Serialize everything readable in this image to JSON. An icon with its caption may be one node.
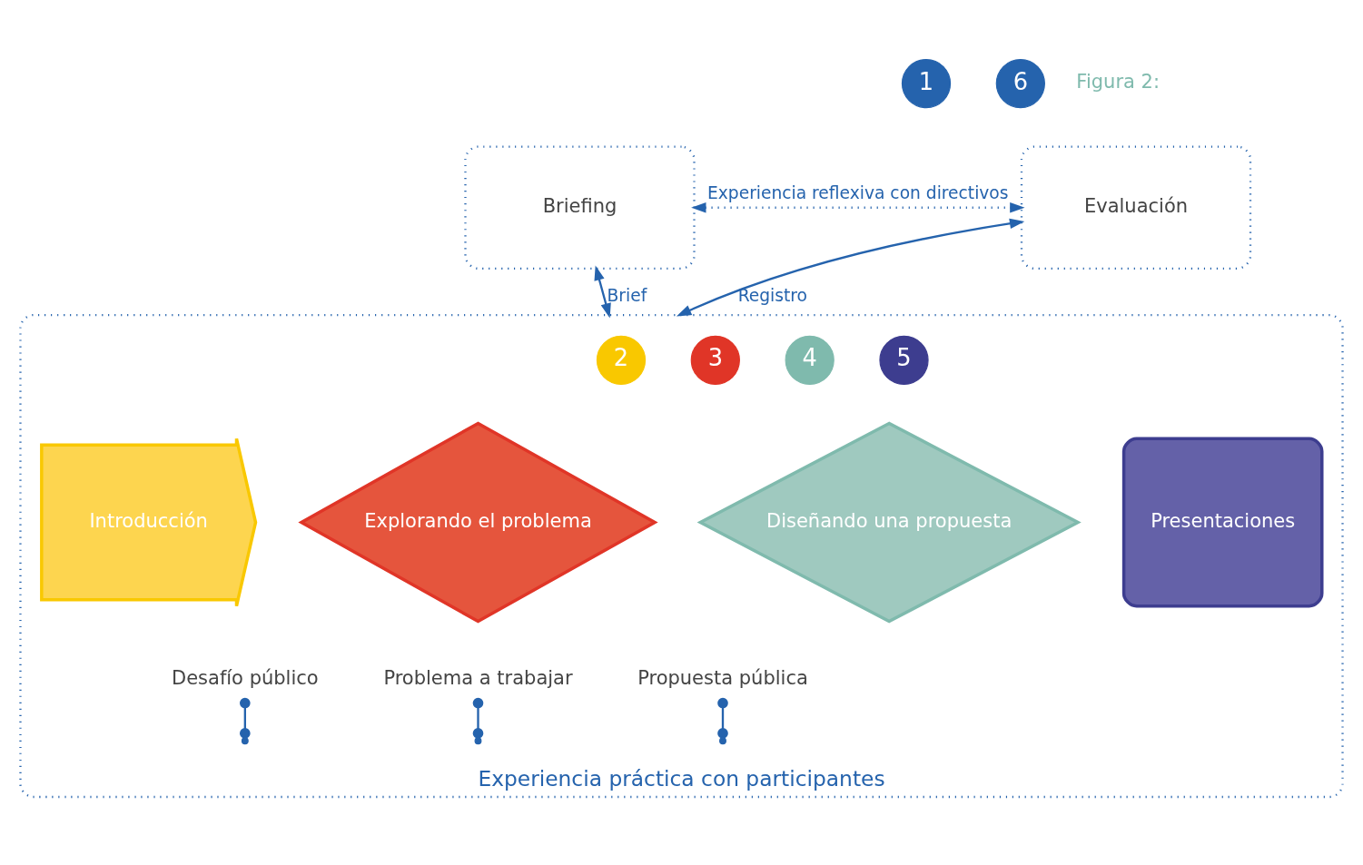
{
  "diagram": {
    "nodes": [
      {
        "text": [
          "1"
        ]
      },
      {
        "text": [
          "Briefing"
        ]
      },
      {
        "text": [
          "6"
        ]
      },
      {
        "text": [
          "Evaluación"
        ]
      },
      {
        "text": [
          "Experiencia práctica con participantes"
        ]
      },
      {
        "text": [
          "2"
        ],
        "in": 4
      },
      {
        "text": [
          "Introducción"
        ],
        "in": 4
      },
      {
        "text": [
          "3"
        ],
        "in": 4
      },
      {
        "text": [
          "Explorando el problema"
        ],
        "in": 4
      },
      {
        "text": [
          "4"
        ],
        "in": 4
      },
      {
        "text": [
          "Diseñando una propuesta"
        ],
        "in": 4
      },
      {
        "text": [
          "5"
        ],
        "in": 4
      },
      {
        "text": [
          "Presentaciones"
        ],
        "in": 4
      },
      {
        "text": [
          "Desafío público"
        ],
        "in": 4
      },
      {
        "text": [
          "Problema a trabajar"
        ],
        "in": 4
      },
      {
        "text": [
          "Propuesta pública"
        ],
        "in": 4
      }
    ],
    "edges": [
      {
        "from": 1,
        "to": 3,
        "arrow": "both",
        "style": "dashed",
        "label": "Experiencia reflexiva con directivos"
      },
      {
        "from": 4,
        "to": 1,
        "arrow": "both",
        "label": "Brief"
      },
      {
        "from": 3,
        "to": 4,
        "arrow": "both",
        "label": "Registro"
      },
      {
        "from": 13,
        "to": null,
        "arrow": "other"
      },
      {
        "from": 14,
        "to": null,
        "arrow": "other"
      },
      {
        "from": 15,
        "to": null,
        "arrow": "other"
      }
    ],
    "labels": [
      "Figura 2:"
    ]
  }
}
